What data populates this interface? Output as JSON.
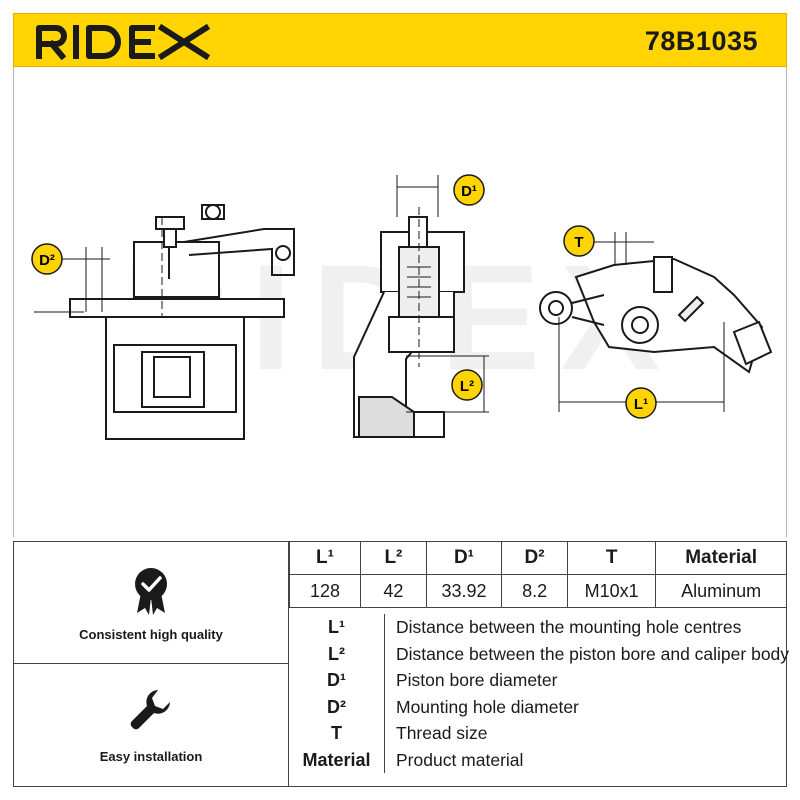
{
  "header": {
    "brand": "RIDEX",
    "part_number": "78B1035"
  },
  "watermark": "RIDEX",
  "dimension_tags": {
    "d2": "D²",
    "d1": "D¹",
    "l2": "L²",
    "t": "T",
    "l1": "L¹"
  },
  "colors": {
    "brand_yellow": "#ffd400",
    "text": "#1a1a1a",
    "line": "#444444"
  },
  "spec_table": {
    "headers": [
      "L¹",
      "L²",
      "D¹",
      "D²",
      "T",
      "Material"
    ],
    "values": [
      "128",
      "42",
      "33.92",
      "8.2",
      "M10x1",
      "Aluminum"
    ]
  },
  "legend": [
    {
      "key": "L¹",
      "desc": "Distance between the mounting hole centres"
    },
    {
      "key": "L²",
      "desc": "Distance between the piston bore and caliper body"
    },
    {
      "key": "D¹",
      "desc": "Piston bore diameter"
    },
    {
      "key": "D²",
      "desc": "Mounting hole diameter"
    },
    {
      "key": "T",
      "desc": "Thread size"
    },
    {
      "key": "Material",
      "desc": "Product material"
    }
  ],
  "features": [
    {
      "label": "Consistent high quality",
      "icon": "quality-badge-icon"
    },
    {
      "label": "Easy installation",
      "icon": "wrench-icon"
    }
  ]
}
